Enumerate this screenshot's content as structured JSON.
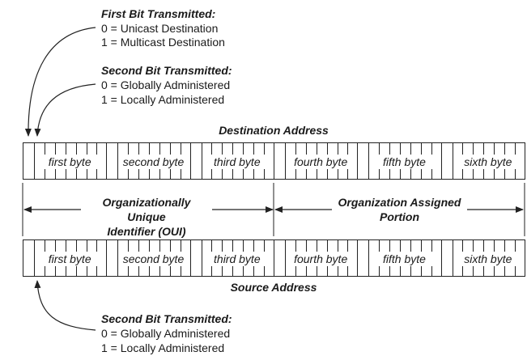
{
  "top_note": {
    "first_bit_title": "First Bit Transmitted:",
    "first_bit_line1": "0 = Unicast Destination",
    "first_bit_line2": "1 = Multicast Destination",
    "second_bit_title": "Second Bit Transmitted:",
    "second_bit_line1": "0 = Globally Administered",
    "second_bit_line2": "1 = Locally Administered"
  },
  "destination_title": "Destination Address",
  "source_title": "Source Address",
  "bytes": [
    "first byte",
    "second byte",
    "third byte",
    "fourth byte",
    "fifth byte",
    "sixth byte"
  ],
  "portions": {
    "oui_line1": "Organizationally Unique",
    "oui_line2": "Identifier (OUI)",
    "assigned_line1": "Organization Assigned",
    "assigned_line2": "Portion"
  },
  "bottom_note": {
    "second_bit_title": "Second Bit Transmitted:",
    "second_bit_line1": "0 = Globally Administered",
    "second_bit_line2": "1 = Locally Administered"
  }
}
